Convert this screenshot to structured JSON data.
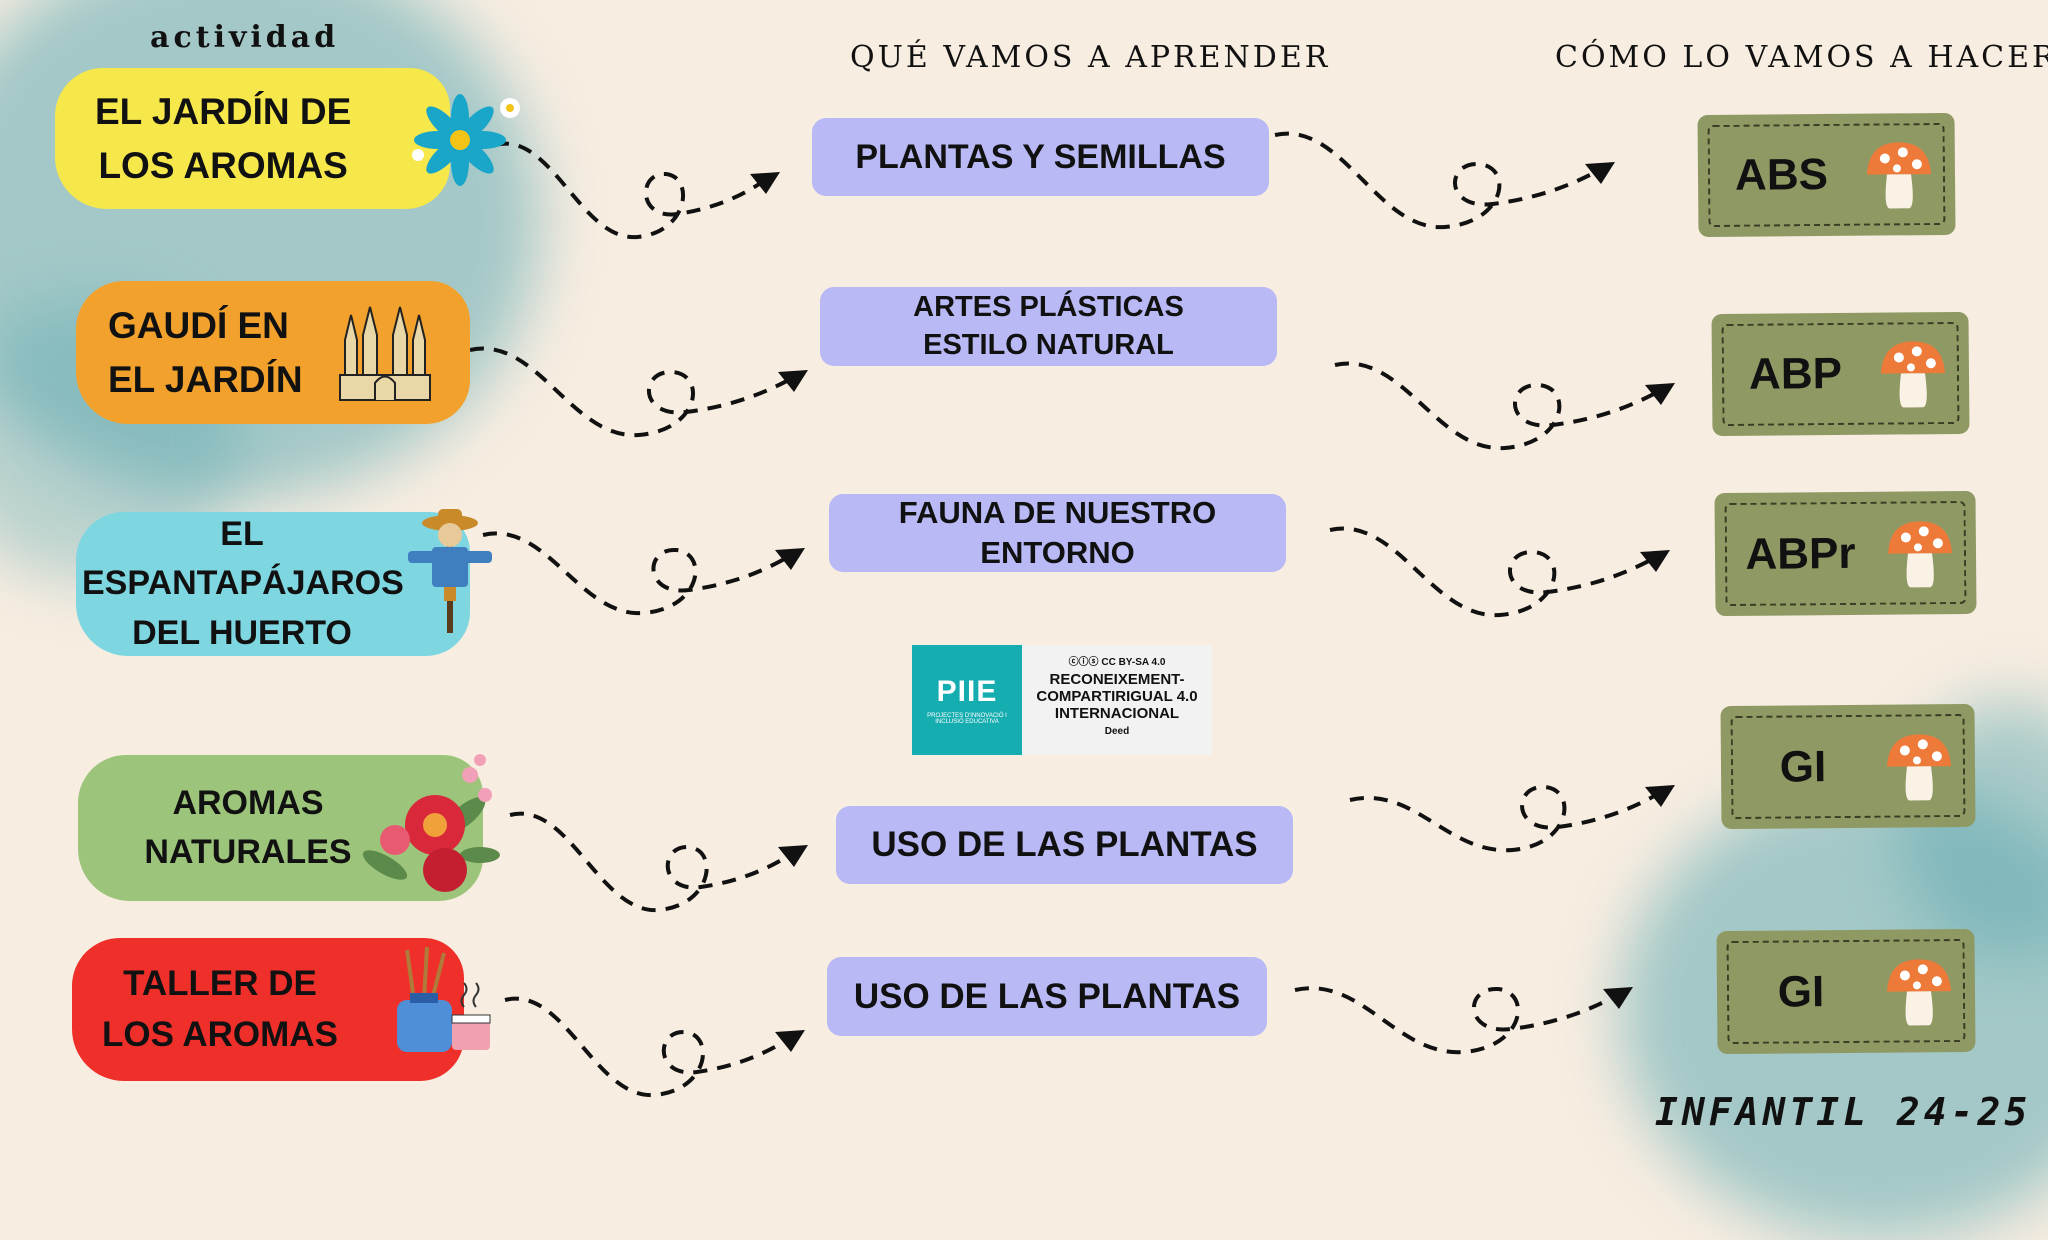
{
  "headers": {
    "activity": "actividad",
    "learn": "QUÉ VAMOS A APRENDER",
    "how": "CÓMO LO VAMOS A HACER"
  },
  "rows": [
    {
      "activity": [
        "EL JARDÍN DE",
        "LOS AROMAS"
      ],
      "activity_color": "#f6e84a",
      "icon": "flower-icon",
      "topic": [
        "PLANTAS Y SEMILLAS"
      ],
      "method": "ABS"
    },
    {
      "activity": [
        "GAUDÍ EN",
        "EL JARDÍN"
      ],
      "activity_color": "#f2a22c",
      "icon": "cathedral-icon",
      "topic": [
        "ARTES PLÁSTICAS",
        "ESTILO NATURAL"
      ],
      "method": "ABP"
    },
    {
      "activity": [
        "EL",
        "ESPANTAPÁJAROS",
        "DEL HUERTO"
      ],
      "activity_color": "#7dd6e0",
      "icon": "scarecrow-icon",
      "topic": [
        "FAUNA DE NUESTRO",
        "ENTORNO"
      ],
      "method": "ABPr"
    },
    {
      "activity": [
        "AROMAS",
        "NATURALES"
      ],
      "activity_color": "#9cc47a",
      "icon": "flowers-bouquet-icon",
      "topic": [
        "USO DE LAS PLANTAS"
      ],
      "method": "GI"
    },
    {
      "activity": [
        "TALLER DE",
        "LOS AROMAS"
      ],
      "activity_color": "#ef2f2a",
      "icon": "aroma-diffuser-icon",
      "topic": [
        "USO DE LAS PLANTAS"
      ],
      "method": "GI"
    }
  ],
  "license": {
    "logo": "PIIE",
    "logo_sub": "PROJECTES D'INNOVACIÓ I INCLUSIÓ EDUCATIVA",
    "cc": "CC BY-SA 4.0",
    "title": [
      "RECONEIXEMENT-",
      "COMPARTIRIGUAL 4.0",
      "INTERNACIONAL"
    ],
    "deed": "Deed"
  },
  "footer": "INFANTIL 24-25",
  "colors": {
    "bg": "#f7ede1",
    "teal": "#5fb3b8",
    "purple": "#b8b9f5",
    "olive": "#8f9964"
  }
}
